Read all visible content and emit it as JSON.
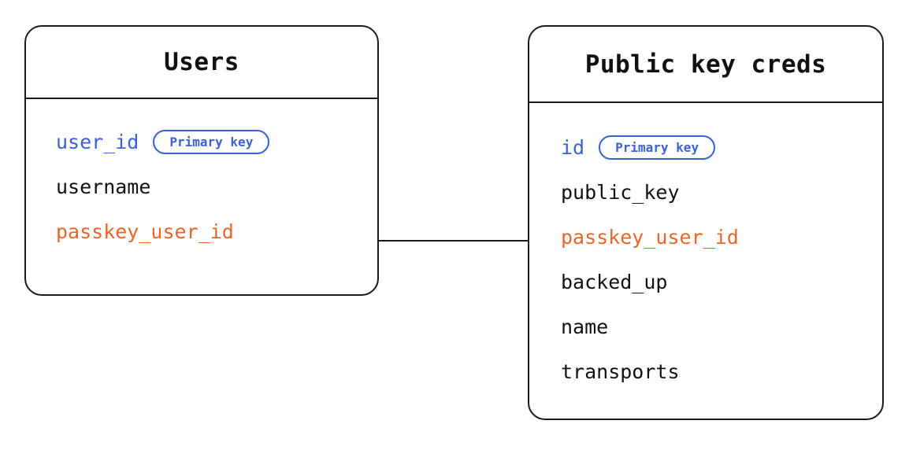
{
  "diagram": {
    "type": "entity-relationship",
    "background_color": "#ffffff",
    "colors": {
      "border": "#1a1a1a",
      "text": "#111111",
      "primary_key": "#3a62d6",
      "foreign_key": "#e8662a",
      "badge_border": "#3a62d6"
    },
    "entities": [
      {
        "id": "users",
        "title": "Users",
        "fields": [
          {
            "name": "user_id",
            "role": "key",
            "badge": "Primary key"
          },
          {
            "name": "username",
            "role": "plain",
            "badge": null
          },
          {
            "name": "passkey_user_id",
            "role": "fk",
            "badge": null
          }
        ]
      },
      {
        "id": "pkcreds",
        "title": "Public key creds",
        "fields": [
          {
            "name": "id",
            "role": "key",
            "badge": "Primary key"
          },
          {
            "name": "public_key",
            "role": "plain",
            "badge": null
          },
          {
            "name": "passkey_user_id",
            "role": "fk",
            "badge": null
          },
          {
            "name": "backed_up",
            "role": "plain",
            "badge": null
          },
          {
            "name": "name",
            "role": "plain",
            "badge": null
          },
          {
            "name": "transports",
            "role": "plain",
            "badge": null
          }
        ]
      }
    ],
    "relationships": [
      {
        "id": "users-pkcreds",
        "from_entity": "users",
        "from_field": "passkey_user_id",
        "to_entity": "pkcreds",
        "to_field": "passkey_user_id",
        "style": "solid-line"
      }
    ]
  }
}
